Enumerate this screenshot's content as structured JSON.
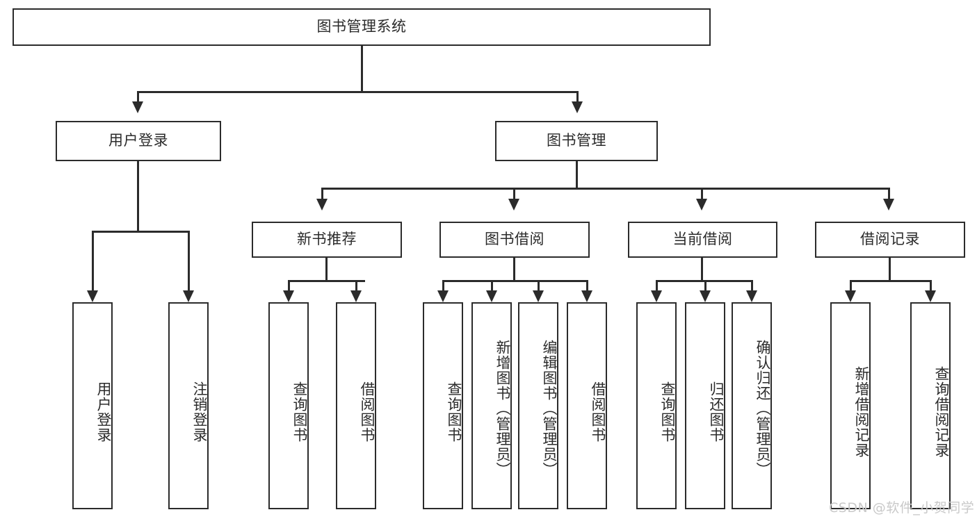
{
  "diagram": {
    "type": "tree-hierarchy-chart",
    "title": "图书管理系统",
    "orientation": "top-down",
    "colors": {
      "line": "#2b2b2b",
      "box_border": "#2b2b2b",
      "box_fill": "#ffffff",
      "text": "#2b2b2b",
      "watermark": "#c9c9c9",
      "background": "#ffffff"
    },
    "root": {
      "id": "root",
      "label": "图书管理系统"
    },
    "level2": [
      {
        "id": "user-login",
        "label": "用户登录"
      },
      {
        "id": "book-manage",
        "label": "图书管理"
      }
    ],
    "level3": [
      {
        "id": "new-book-recommend",
        "label": "新书推荐",
        "parent": "book-manage"
      },
      {
        "id": "book-borrow",
        "label": "图书借阅",
        "parent": "book-manage"
      },
      {
        "id": "current-borrow",
        "label": "当前借阅",
        "parent": "book-manage"
      },
      {
        "id": "borrow-record",
        "label": "借阅记录",
        "parent": "book-manage"
      }
    ],
    "leaves": {
      "user_login": [
        {
          "id": "leaf-user-login",
          "label": "用户登录"
        },
        {
          "id": "leaf-logout-login",
          "label": "注销登录"
        }
      ],
      "new_book_recommend": [
        {
          "id": "leaf-query-book-1",
          "label": "查询图书"
        },
        {
          "id": "leaf-borrow-book-1",
          "label": "借阅图书"
        }
      ],
      "book_borrow": [
        {
          "id": "leaf-query-book-2",
          "label": "查询图书"
        },
        {
          "id": "leaf-add-book",
          "label": "新增图书（管理员）"
        },
        {
          "id": "leaf-edit-book",
          "label": "编辑图书（管理员）"
        },
        {
          "id": "leaf-borrow-book-2",
          "label": "借阅图书"
        }
      ],
      "current_borrow": [
        {
          "id": "leaf-query-book-3",
          "label": "查询图书"
        },
        {
          "id": "leaf-return-book",
          "label": "归还图书"
        },
        {
          "id": "leaf-confirm-return",
          "label": "确认归还（管理员）"
        }
      ],
      "borrow_record": [
        {
          "id": "leaf-add-record",
          "label": "新增借阅记录"
        },
        {
          "id": "leaf-query-record",
          "label": "查询借阅记录"
        }
      ]
    }
  },
  "watermark": {
    "text": "CSDN @软件_小贺同学"
  }
}
